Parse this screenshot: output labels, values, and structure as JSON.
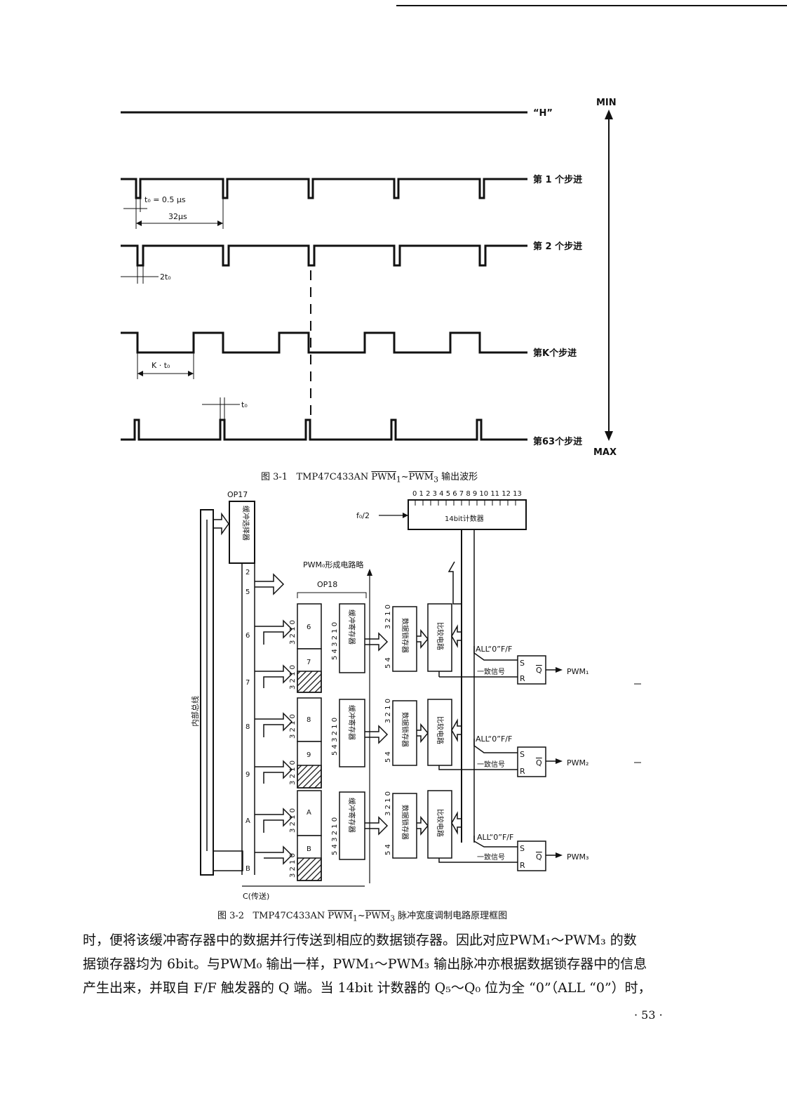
{
  "fig1": {
    "caption_prefix": "图 3-1",
    "caption_chip": "TMP47C433AN",
    "caption_sig1": "PWM",
    "caption_sub1": "1",
    "caption_tilde": "~",
    "caption_sig2": "PWM",
    "caption_sub2": "3",
    "caption_suffix": "输出波形",
    "level_h": "“H”",
    "axis_min": "MIN",
    "axis_max": "MAX",
    "steps": [
      "第 1 个步进",
      "第 2 个步进",
      "第K个步进",
      "第63个步进"
    ],
    "t0_label": "t₀ = 0.5 μs",
    "period_label": "32μs",
    "two_t0": "2t₀",
    "k_t0": "K · t₀",
    "t0_small": "t₀"
  },
  "fig2": {
    "caption_prefix": "图 3-2",
    "caption_chip": "TMP47C433AN",
    "caption_sig1": "PWM",
    "caption_sub1": "1",
    "caption_tilde": "~",
    "caption_sig2": "PWM",
    "caption_sub2": "3",
    "caption_suffix": "脉冲宽度调制电路原理框图",
    "op17": "OP17",
    "op18": "OP18",
    "buffer_selector": "缓冲选择器",
    "internal_bus": "内部总线",
    "counter_label": "14bit计数器",
    "counter_bits": "0 1 2 3 4 5 6 7 8 9 10 11 12 13",
    "clock_input": "f₀/2",
    "pwm0_note": "PWM₀形成电路略",
    "buffer_register": "缓冲寄存器",
    "data_latch": "数据锁存器",
    "compare": "比较电路",
    "all0_ff": "ALL“0”F/F",
    "coincidence": "一致信号",
    "outputs": [
      "PWM₁",
      "PWM₂",
      "PWM₃"
    ],
    "bus_taps": [
      "2",
      "5",
      "6",
      "7",
      "8",
      "9",
      "A",
      "B"
    ],
    "reg_ids": [
      "6",
      "7",
      "8",
      "9",
      "A",
      "B"
    ],
    "transfer": "C(传送)",
    "s": "S",
    "r": "R",
    "q": "Q",
    "bits_hi": "3 2 1 0",
    "bits_lo": "5 4 3 2 1 0",
    "bits_54": "5 4"
  },
  "body": {
    "line1": "时，便将该缓冲寄存器中的数据并行传送到相应的数据锁存器。因此对应PWM₁～PWM₃ 的数",
    "line2": "据锁存器均为 6bit。与PWM₀ 输出一样，PWM₁～PWM₃ 输出脉冲亦根据数据锁存器中的信息",
    "line3": "产生出来，并取自 F/F 触发器的 Q 端。当 14bit 计数器的 Q₅～Q₀ 位为全 “0”（ALL “0”）时，"
  },
  "page_number": "· 53 ·"
}
